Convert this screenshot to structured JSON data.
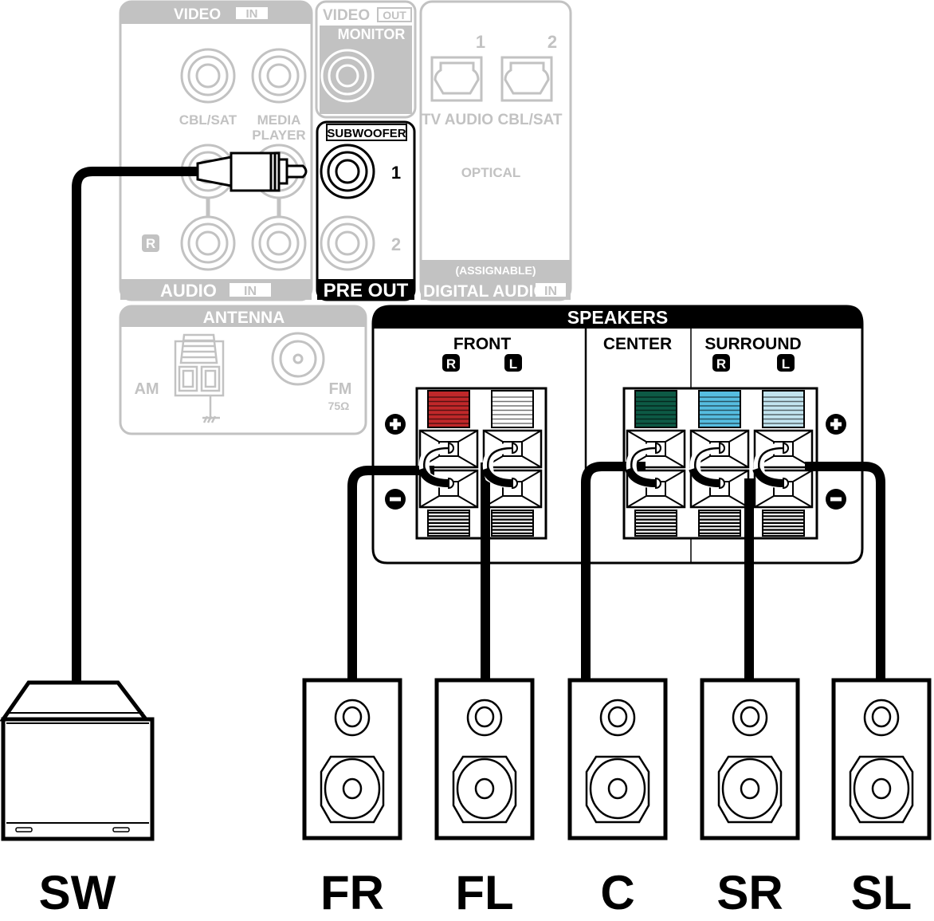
{
  "video_in": {
    "header": "VIDEO",
    "header_tag": "IN",
    "jacks": [
      "CBL/SAT",
      "MEDIA PLAYER"
    ],
    "jack_label_media_line1": "MEDIA",
    "jack_label_media_line2": "PLAYER"
  },
  "audio_in": {
    "footer": "AUDIO",
    "footer_tag": "IN",
    "channel_r": "R"
  },
  "video_out": {
    "header": "VIDEO",
    "header_tag": "OUT",
    "sub_header": "MONITOR"
  },
  "pre_out": {
    "tag": "SUBWOOFER",
    "footer": "PRE OUT",
    "outputs": [
      "1",
      "2"
    ],
    "connected_output": "1"
  },
  "digital_audio_in": {
    "inputs": [
      {
        "number": "1",
        "label": "TV AUDIO"
      },
      {
        "number": "2",
        "label": "CBL/SAT"
      }
    ],
    "type_label": "OPTICAL",
    "assignable": "(ASSIGNABLE)",
    "footer": "DIGITAL AUDIO",
    "footer_tag": "IN"
  },
  "antenna": {
    "header": "ANTENNA",
    "am_label": "AM",
    "fm_label": "FM",
    "fm_impedance": "75Ω"
  },
  "speakers_panel": {
    "header": "SPEAKERS",
    "groups": [
      {
        "label": "FRONT",
        "channels": [
          "R",
          "L"
        ]
      },
      {
        "label": "CENTER",
        "channels": []
      },
      {
        "label": "SURROUND",
        "channels": [
          "R",
          "L"
        ]
      }
    ],
    "plus_symbol": "+",
    "minus_symbol": "−",
    "terminal_colors": {
      "front_r": "#c0282a",
      "front_l": "#ffffff",
      "center": "#0d5a45",
      "surround_r": "#56bde0",
      "surround_l": "#c2e4ef"
    }
  },
  "speakers": [
    {
      "id": "sw",
      "label": "SW",
      "type": "subwoofer"
    },
    {
      "id": "fr",
      "label": "FR",
      "type": "bookshelf"
    },
    {
      "id": "fl",
      "label": "FL",
      "type": "bookshelf"
    },
    {
      "id": "c",
      "label": "C",
      "type": "bookshelf"
    },
    {
      "id": "sr",
      "label": "SR",
      "type": "bookshelf"
    },
    {
      "id": "sl",
      "label": "SL",
      "type": "bookshelf"
    }
  ],
  "colors": {
    "inactive_gray": "#c2c2c2",
    "active_black": "#000000"
  }
}
